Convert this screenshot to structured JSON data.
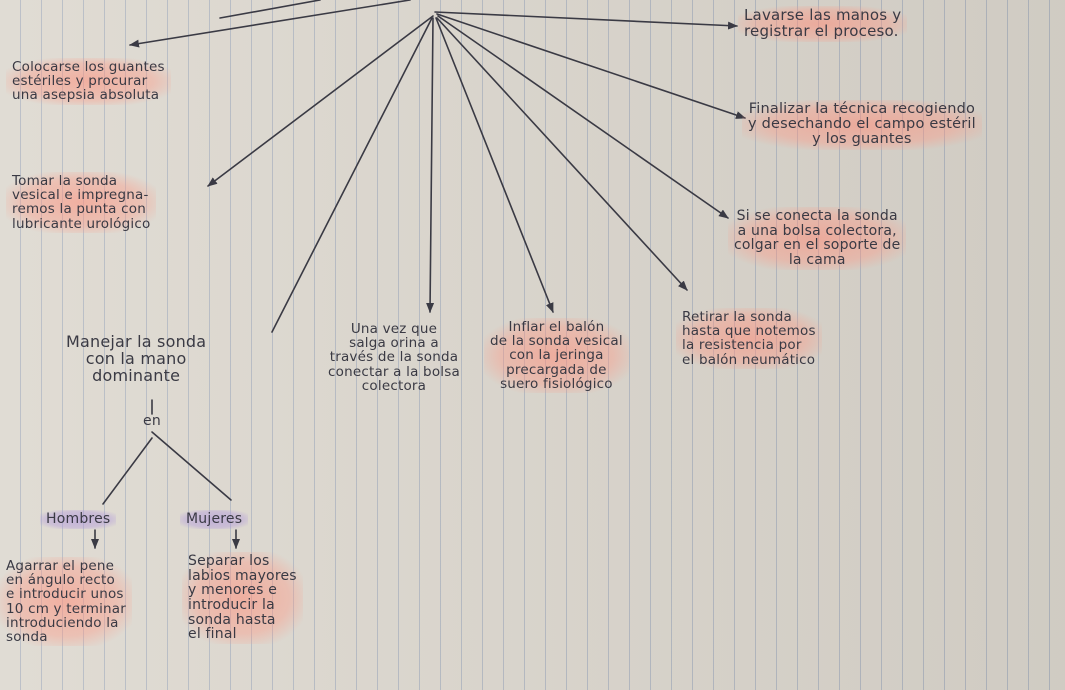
{
  "nodes": {
    "colocarse": "Colocarse los guantes\nestériles y procurar\nuna asepsia absoluta",
    "lavarse": "Lavarse las manos y\nregistrar el proceso.",
    "finalizar": "Finalizar la técnica recogiendo\ny desechando el campo estéril\ny los guantes",
    "tomar": "Tomar la sonda\nvesical e impregna-\nremos la punta con\nlubricante urológico",
    "si_se_conecta": "Si se conecta la sonda\na una bolsa colectora,\ncolgar en el soporte de\nla cama",
    "retirar": "Retirar la sonda\nhasta que notemos\nla resistencia por\nel balón neumático",
    "manejar": "Manejar la sonda\ncon la mano\ndominante",
    "en": "en",
    "una_vez": "Una vez que\nsalga orina a\ntravés de la sonda\nconectar a la bolsa\ncolectora",
    "inflar": "Inflar el balón\nde la sonda vesical\ncon la jeringa\nprecargada de\nsuero fisiológico",
    "hombres": "Hombres",
    "mujeres": "Mujeres",
    "agarrar": "Agarrar el pene\nen ángulo recto\ne introducir unos\n10 cm y terminar\nintroduciendo la\nsonda",
    "separar": "Separar los\nlabios mayores\ny menores e\nintroducir la\nsonda hasta\nel final"
  },
  "colors": {
    "paper": "#ddd8cf",
    "ink": "#3a3a44",
    "highlight_red": "#ff8c78",
    "highlight_purple": "#af96dc"
  }
}
